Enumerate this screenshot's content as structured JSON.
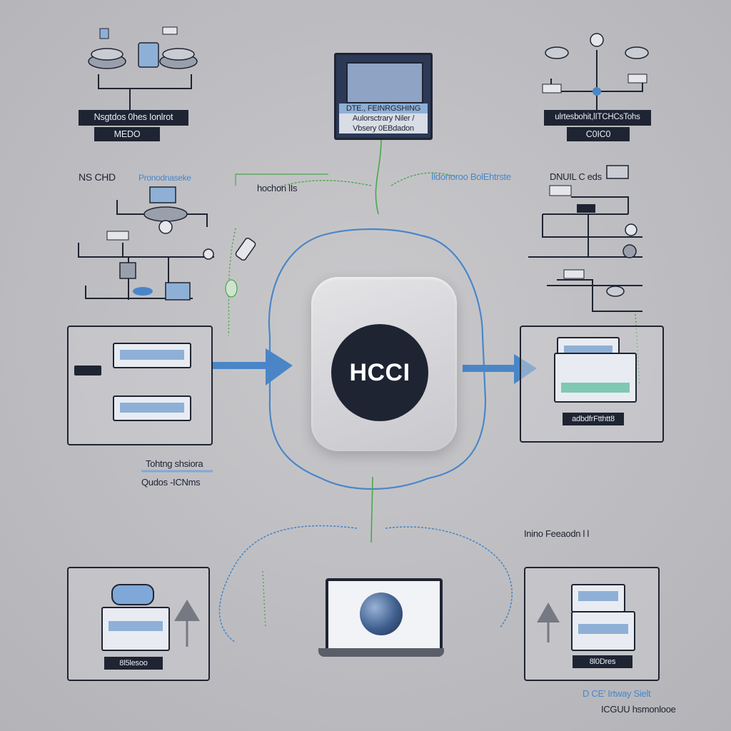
{
  "hub": {
    "label": "HCCI"
  },
  "top_left": {
    "title": "Nsgtdos 0hes Ionlrot",
    "subtitle": "MEDO"
  },
  "top_center": {
    "line1": "DTE., FEINRGSHING",
    "line2": "Aulorsctrary Niler /",
    "line3": "Vbsery 0EBdadon"
  },
  "top_right": {
    "title": "ulrtesbohit,lITCHCsTohs",
    "subtitle": "C0IC0"
  },
  "mid_left_tag": "NS CHD",
  "mid_left_label": "Pronodnaseke",
  "mid_center_left_label": "hochon lIs",
  "mid_right_label": "Ildonoroo BolEhtrste",
  "mid_right_label2": "DNUIL C eds",
  "left_panel_caption1": "Tohtng shsiora",
  "left_panel_caption2": "Qudos -ICNms",
  "right_panel_label": "adbdfrFtthtt8",
  "bottom_mid_label": "Inino Feeaodn l l",
  "bottom_left_label": "8l5lesoo",
  "bottom_right_label": "8l0Dres",
  "bottom_corner_label1": "D CE'  Irtway Sielt",
  "bottom_corner_label2": "ICGUU hsmonlooe",
  "colors": {
    "accent_blue": "#4a86c7",
    "accent_green": "#4aa84a",
    "dark": "#1f2433"
  }
}
